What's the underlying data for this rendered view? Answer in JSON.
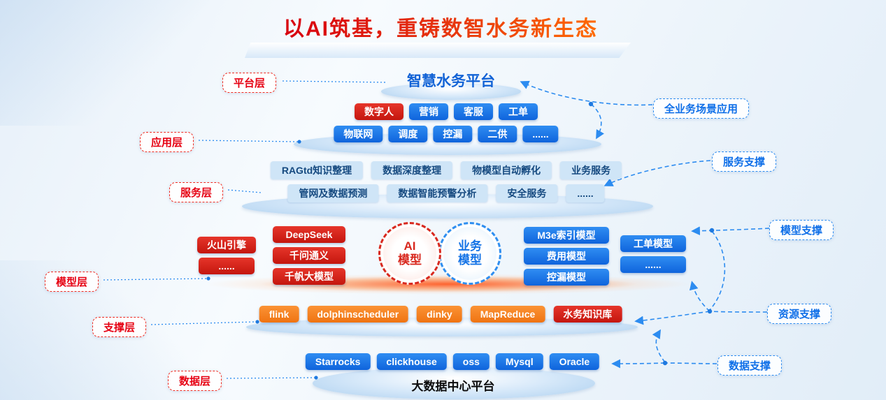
{
  "title": "以AI筑基，重铸数智水务新生态",
  "left_labels": [
    "平台层",
    "应用层",
    "服务层",
    "模型层",
    "支撑层",
    "数据层"
  ],
  "right_labels": [
    "全业务场景应用",
    "服务支撑",
    "模型支撑",
    "资源支撑",
    "数据支撑"
  ],
  "platform": {
    "title": "智慧水务平台"
  },
  "application": {
    "row1": [
      "数字人",
      "营销",
      "客服",
      "工单"
    ],
    "row2": [
      "物联网",
      "调度",
      "控漏",
      "二供",
      "......"
    ]
  },
  "services": {
    "row1": [
      "RAGtd知识整理",
      "数据深度整理",
      "物模型自动孵化",
      "业务服务"
    ],
    "row2": [
      "管网及数据预测",
      "数据智能预警分析",
      "安全服务",
      "......"
    ]
  },
  "models": {
    "engines": [
      "火山引擎",
      "......"
    ],
    "llms": [
      "DeepSeek",
      "千问通义",
      "千帆大模型"
    ],
    "ai_circle": [
      "AI",
      "模型"
    ],
    "business_circle": [
      "业务",
      "模型"
    ],
    "business_models": [
      "M3e索引模型",
      "费用模型",
      "控漏模型"
    ],
    "business_models_extra": [
      "工单模型",
      "......"
    ]
  },
  "support": {
    "items": [
      "flink",
      "dolphinscheduler",
      "dinky",
      "MapReduce",
      "水务知识库"
    ]
  },
  "data_layer": {
    "items": [
      "Starrocks",
      "clickhouse",
      "oss",
      "Mysql",
      "Oracle"
    ],
    "platform": "大数据中心平台"
  },
  "colors": {
    "red_chip": "#d8251c",
    "blue_chip": "#1473e6",
    "orange_chip": "#f58220",
    "light_blue_chip": "#cfe5f7",
    "connector_blue": "#2d8cf0",
    "left_label_red": "#e60012",
    "right_label_blue": "#0f6fe8",
    "title_gradient_start": "#d7000f",
    "title_gradient_end": "#ff6a00"
  }
}
